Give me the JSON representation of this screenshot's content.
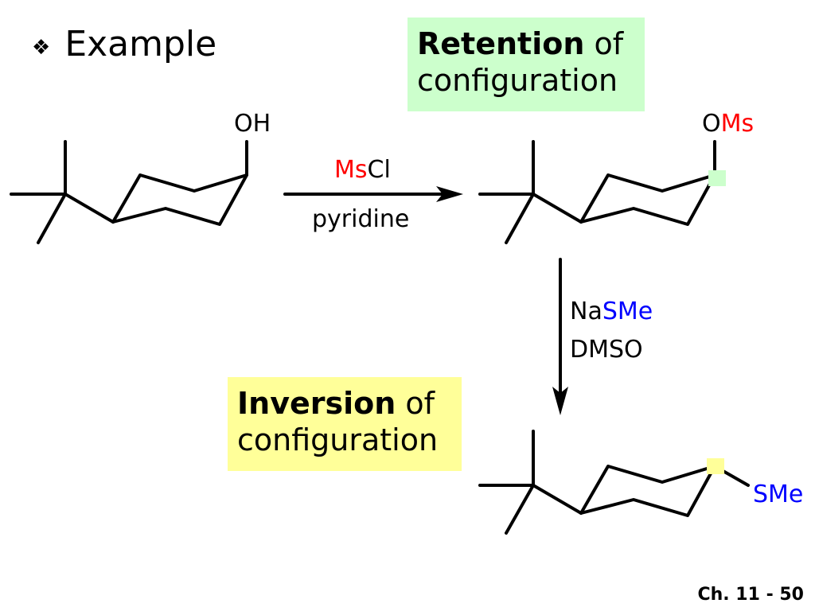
{
  "heading": {
    "bullet": "❖",
    "text": "Example"
  },
  "notes": {
    "retention": {
      "bold": "Retention",
      "rest": " of",
      "line2": "configuration",
      "bg": "#ccffcc"
    },
    "inversion": {
      "bold": "Inversion",
      "rest": " of",
      "line2": "configuration",
      "bg": "#ffff99"
    }
  },
  "molecules": {
    "start": {
      "group": "OH"
    },
    "mesylate": {
      "group_o": "O",
      "group_ms": "Ms"
    },
    "product": {
      "group": "SMe"
    }
  },
  "reaction1": {
    "reagent_colored": "Ms",
    "reagent_rest": "Cl",
    "solvent": "pyridine"
  },
  "reaction2": {
    "reagent_na": "Na",
    "reagent_colored": "SMe",
    "solvent": "DMSO"
  },
  "colors": {
    "red": "#ff0000",
    "blue": "#0000ff",
    "green_marker": "#ccffcc",
    "yellow_marker": "#ffff99"
  },
  "footer": {
    "slide_number": "Ch. 11 - 50"
  }
}
